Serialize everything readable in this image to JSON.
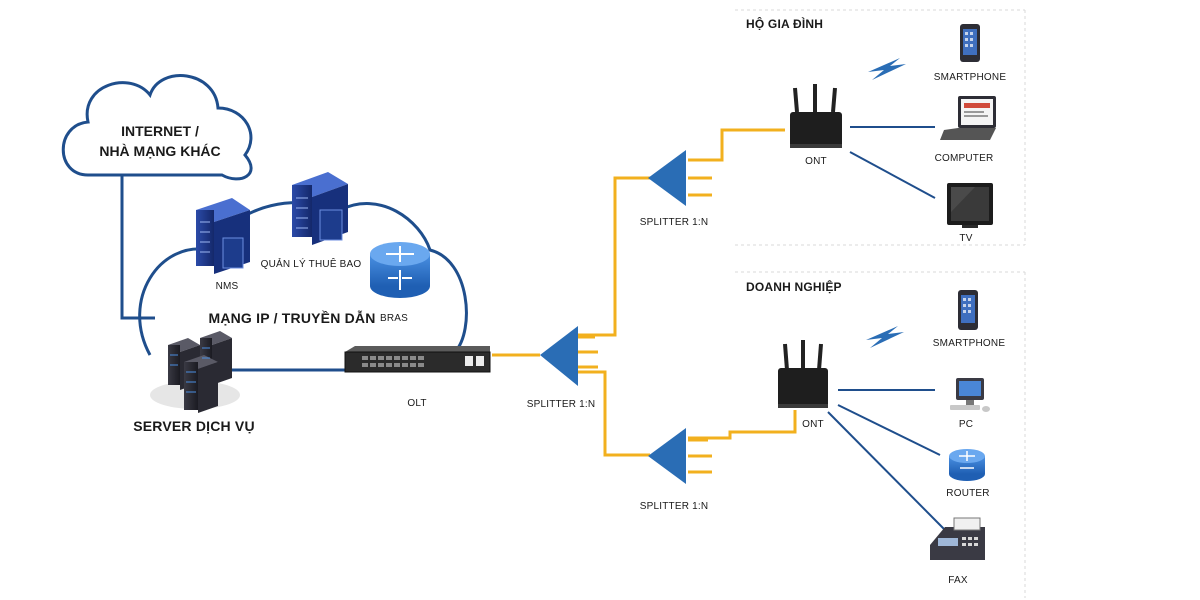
{
  "cloud": {
    "line1": "INTERNET /",
    "line2": "NHÀ MẠNG KHÁC"
  },
  "core": {
    "nms_label": "NMS",
    "subscriber_label": "QUẢN LÝ THUÊ BAO",
    "bras_label": "BRAS",
    "network_label": "MẠNG IP / TRUYỀN DẪN",
    "server_label": "SERVER DỊCH VỤ",
    "olt_label": "OLT"
  },
  "splitters": {
    "main": "SPLITTER 1:N",
    "home": "SPLITTER 1:N",
    "business": "SPLITTER 1:N"
  },
  "home": {
    "title": "HỘ GIA ĐÌNH",
    "ont_label": "ONT",
    "devices": [
      "SMARTPHONE",
      "COMPUTER",
      "TV"
    ]
  },
  "business": {
    "title": "DOANH NGHIỆP",
    "ont_label": "ONT",
    "devices": [
      "SMARTPHONE",
      "PC",
      "ROUTER",
      "FAX"
    ]
  },
  "colors": {
    "link_blue": "#1f4e8c",
    "fiber_yellow": "#f2b01e",
    "splitter_blue": "#2a6db5",
    "server_blue": "#1d3c8c"
  }
}
